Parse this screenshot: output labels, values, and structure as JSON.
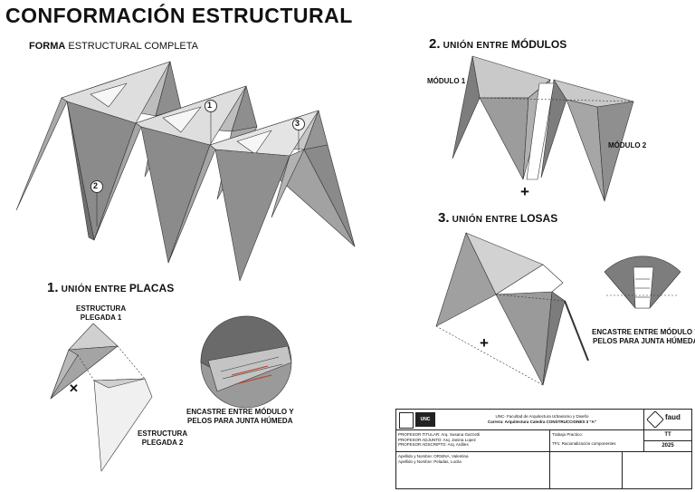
{
  "title": "CONFORMACIÓN ESTRUCTURAL",
  "subtitle": {
    "bold": "FORMA",
    "rest": " ESTRUCTURAL COMPLETA"
  },
  "callouts": [
    "1",
    "2",
    "3"
  ],
  "section1": {
    "num": "1.",
    "pre": " UNIÓN ENTRE ",
    "bold": "PLACAS"
  },
  "section2": {
    "num": "2.",
    "pre": " UNIÓN ENTRE ",
    "bold": "MÓDULOS"
  },
  "section3": {
    "num": "3.",
    "pre": " UNIÓN ENTRE ",
    "bold": "LOSAS"
  },
  "labels": {
    "estructura1_a": "ESTRUCTURA",
    "estructura1_b": "PLEGADA 1",
    "estructura2_a": "ESTRUCTURA",
    "estructura2_b": "PLEGADA 2",
    "modulo1": "MÓDULO 1",
    "modulo2": "MÓDULO 2",
    "encastre_a1": "ENCASTRE ENTRE MÓDULO Y",
    "encastre_a2": "PELOS PARA JUNTA HÚMEDA",
    "encastre_b1": "ENCASTRE ENTRE MÓDULO Y",
    "encastre_b2": "PELOS PARA JUNTA HÚMEDA",
    "plus": "+",
    "cross": "✕"
  },
  "title_block": {
    "logo": "UNC",
    "inst_line1": "UNC- Facultad de Arquitectura Urbanismo y Diseño",
    "inst_line2": "Carrera: Arquitectura Catedra CONSTRUCCIONES 3 \"A\"",
    "faud": "faud",
    "prof1": "PROFESOR TITULAR: Arq. Susana Gazzotti",
    "prof2": "PROFESOR ADJUNTO: Arq. Janina Lopez",
    "prof3": "PROFESOR ADSCRIPTO: Arq. Ardiles",
    "tp_label": "Trabajo Practico:",
    "tp_name": "TP1: Racionalización componentes",
    "code": "TT",
    "year": "2025",
    "student1": "Apellido y Nombre: ORSINA, Valentina",
    "student2": "Apellido y Nombre: Peladas, Lucila"
  },
  "colors": {
    "dark": "#7a7a7a",
    "mid": "#9c9c9c",
    "light": "#c6c6c6",
    "pale": "#e6e6e6",
    "line": "#333333"
  }
}
